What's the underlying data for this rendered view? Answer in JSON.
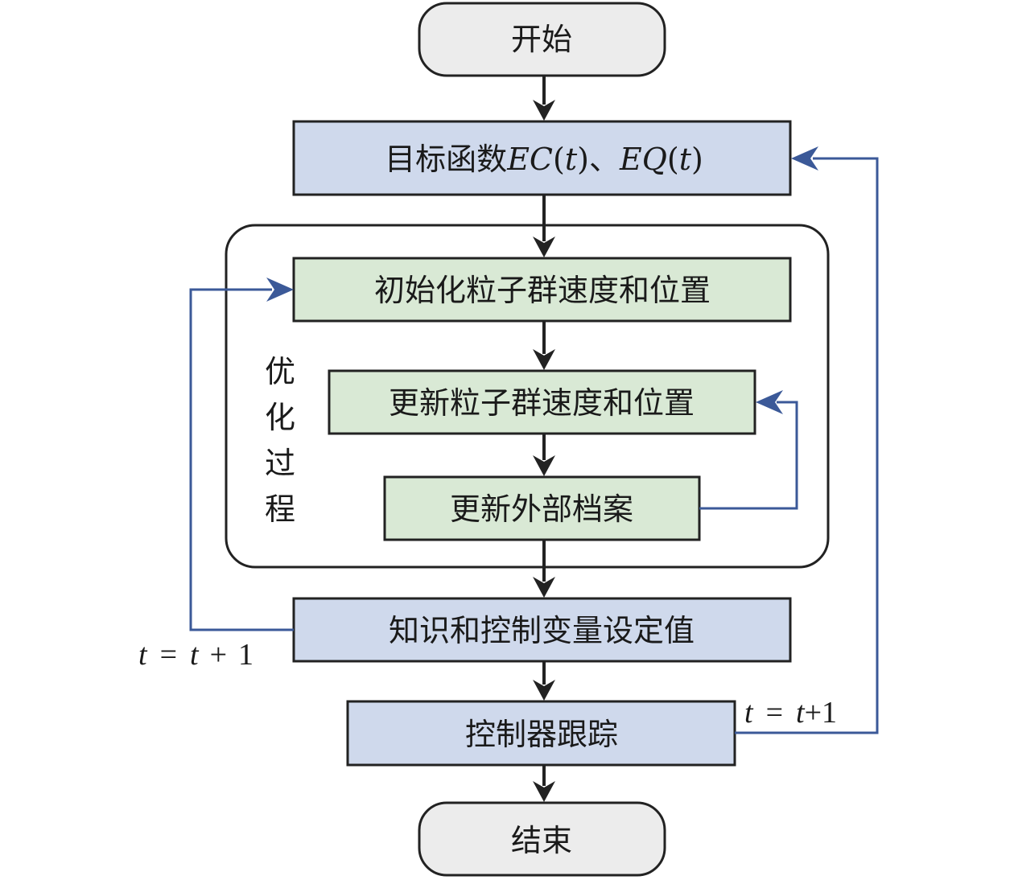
{
  "nodes": {
    "start": "开始",
    "objective_prefix": "目标函数",
    "objective_ec": "EC",
    "objective_t1": "t",
    "objective_sep": "、",
    "objective_eq": "EQ",
    "objective_t2": "t",
    "init_swarm": "初始化粒子群速度和位置",
    "update_swarm": "更新粒子群速度和位置",
    "update_archive": "更新外部档案",
    "setpoints": "知识和控制变量设定值",
    "controller": "控制器跟踪",
    "end": "结束"
  },
  "group": {
    "label_chars": [
      "优",
      "化",
      "过",
      "程"
    ]
  },
  "edge_labels": {
    "left_loop": {
      "t1": "t",
      "eq": "=",
      "t2": "t",
      "plus": "+",
      "one": "1"
    },
    "right_loop": {
      "t1": "t",
      "eq": "=",
      "t2": "t",
      "plus": "+",
      "one": "1"
    }
  },
  "colors": {
    "terminal_fill": "#ececec",
    "blue_fill": "#cfd9ec",
    "green_fill": "#d9e9d5",
    "stroke": "#222222",
    "feedback": "#3b5998"
  }
}
